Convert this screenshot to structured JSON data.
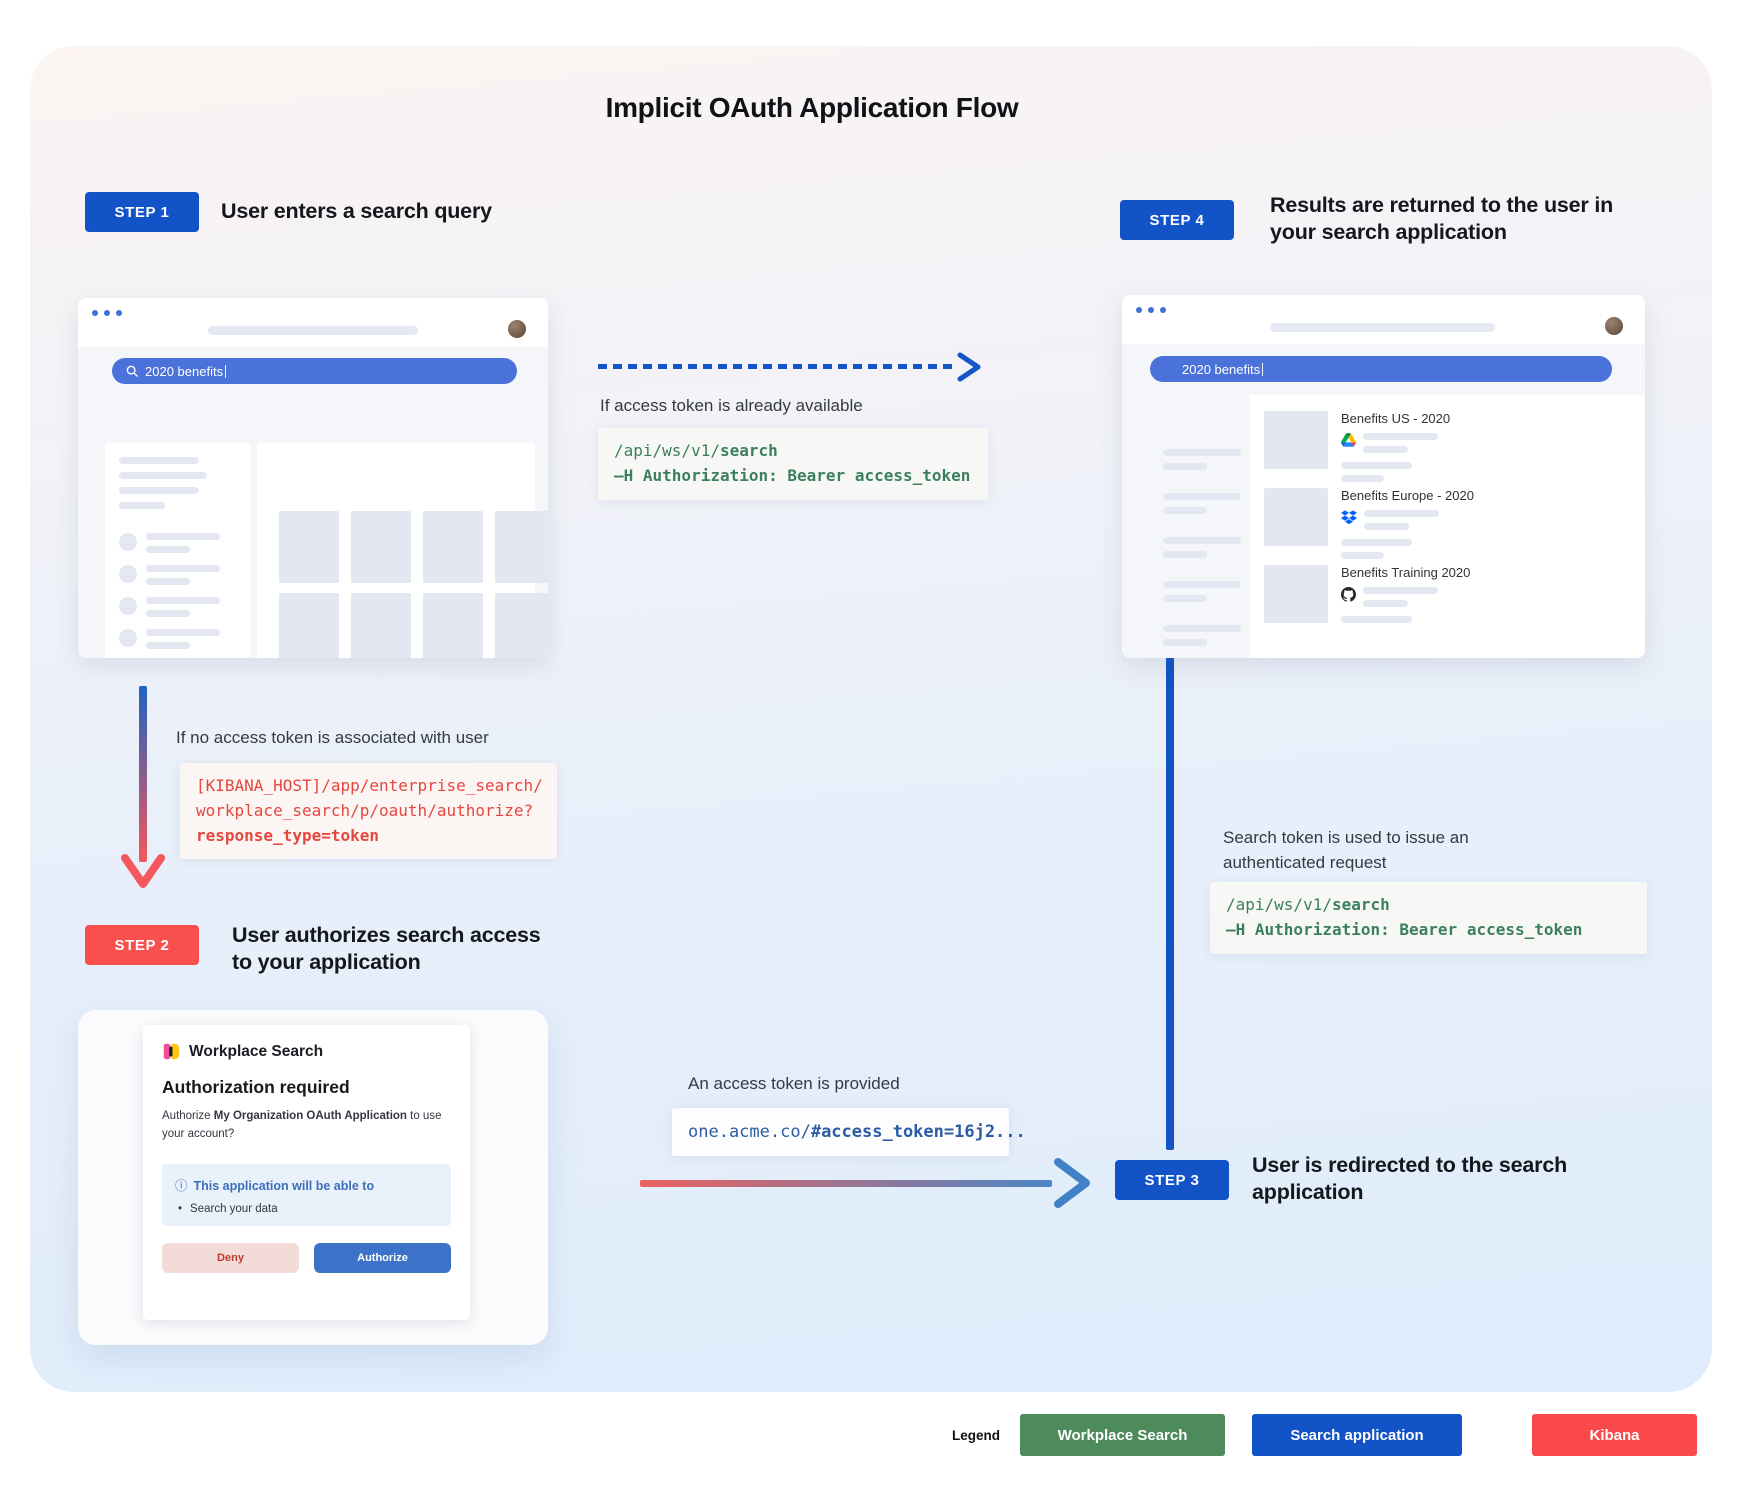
{
  "title": "Implicit OAuth Application Flow",
  "steps": {
    "step1": {
      "badge": "STEP 1",
      "heading": "User enters a search query"
    },
    "step2": {
      "badge": "STEP 2",
      "heading": "User authorizes search access to your application"
    },
    "step3": {
      "badge": "STEP 3",
      "heading": "User is redirected to the search application"
    },
    "step4": {
      "badge": "STEP 4",
      "heading": "Results are returned to the user in your search application"
    }
  },
  "browser1": {
    "search_query": "2020 benefits"
  },
  "browser2": {
    "search_query": "2020 benefits",
    "results": [
      {
        "title": "Benefits US - 2020",
        "source_icon": "google-drive-icon"
      },
      {
        "title": "Benefits Europe - 2020",
        "source_icon": "dropbox-icon"
      },
      {
        "title": "Benefits Training 2020",
        "source_icon": "github-icon"
      }
    ]
  },
  "annotations": {
    "token_available": {
      "label": "If access token is already available",
      "code_pre": "/api/ws/v1/",
      "code_bold": "search",
      "code_line2": "–H Authorization: Bearer access_token"
    },
    "no_token": {
      "label": "If no access token is associated with user",
      "code_line1": "[KIBANA_HOST]/app/enterprise_search/",
      "code_line2": "workplace_search/p/oauth/authorize?",
      "code_line3": "response_type=token"
    },
    "token_provided": {
      "label": "An access token is provided",
      "code_pre": "one.acme.co/",
      "code_bold": "#access_token=16j2..."
    },
    "authenticated_request": {
      "label": "Search token is used to issue an authenticated request",
      "code_pre": "/api/ws/v1/",
      "code_bold": "search",
      "code_line2": "–H Authorization: Bearer access_token"
    }
  },
  "auth_dialog": {
    "brand": "Workplace Search",
    "heading": "Authorization required",
    "body_pre": "Authorize ",
    "body_app": "My Organization OAuth Application",
    "body_post": " to use your account?",
    "info_icon": "ⓘ",
    "info_title": "This application will be able to",
    "scope_bullet": "•",
    "scope_item": "Search your data",
    "deny_label": "Deny",
    "authorize_label": "Authorize"
  },
  "legend": {
    "label": "Legend",
    "items": [
      {
        "label": "Workplace Search",
        "color": "#4e8b5c"
      },
      {
        "label": "Search application",
        "color": "#1254c8"
      },
      {
        "label": "Kibana",
        "color": "#f9494b"
      }
    ]
  },
  "colors": {
    "step_blue": "#1254c8",
    "step_red": "#f9504e",
    "search_bar_blue": "#4a72da",
    "code_green": "#3c7f5f",
    "code_red": "#e5473f",
    "code_blue": "#2b5ca4",
    "arrow_blue": "#1254c6",
    "arrow_red": "#f4575c"
  }
}
